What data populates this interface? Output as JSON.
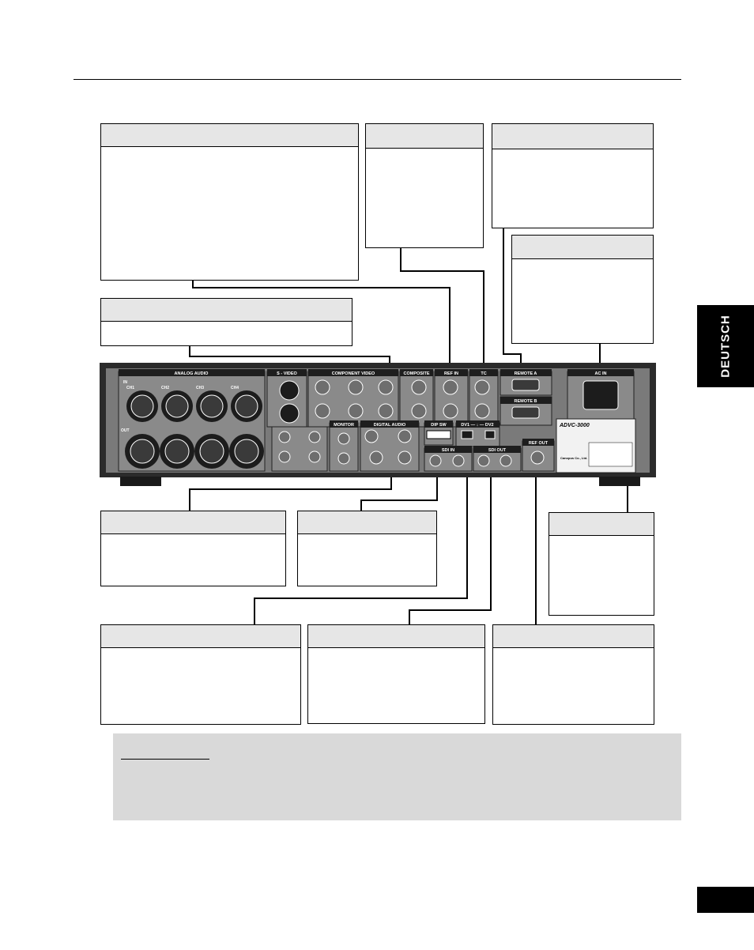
{
  "side_tab": {
    "label": "DEUTSCH"
  },
  "device": {
    "model": "ADVC-3000",
    "sections": {
      "analog_audio": "ANALOG AUDIO",
      "s_video": "S - VIDEO",
      "component_video": "COMPONENT VIDEO",
      "composite": "COMPOSITE",
      "ref_in": "REF IN",
      "tc": "TC",
      "remote_a": "REMOTE A",
      "remote_b": "REMOTE B",
      "ac_in": "AC IN",
      "monitor": "MONITOR",
      "digital_audio": "DIGITAL AUDIO",
      "dip_sw": "DIP SW",
      "dv": "DV1 — ↓ — DV2",
      "sdi_in": "SDI IN",
      "sdi_out": "SDI OUT",
      "ref_out": "REF OUT"
    },
    "channel_labels": [
      "CH1",
      "CH2",
      "CH3",
      "CH4"
    ],
    "in_label": "IN",
    "out_label": "OUT",
    "company": "Canopus Co., Ltd."
  }
}
